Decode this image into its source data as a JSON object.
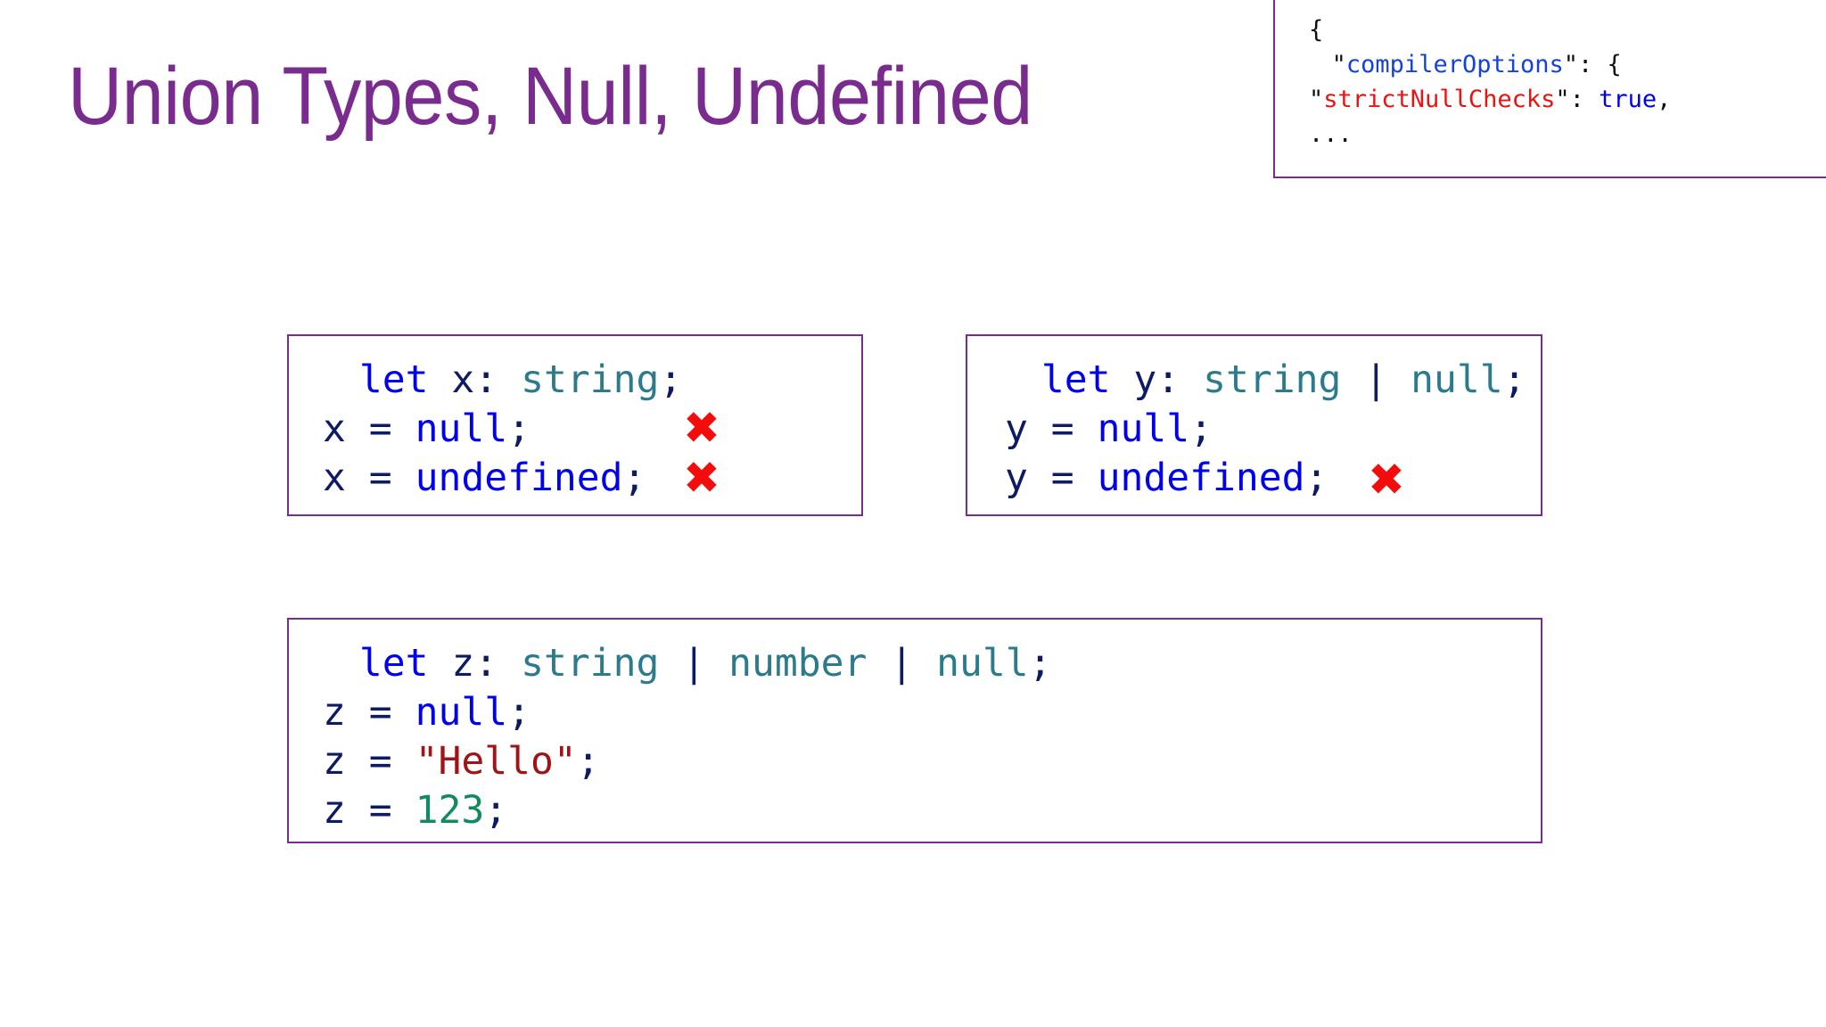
{
  "slide": {
    "title": "Union Types, Null, Undefined",
    "title_color": "#7A2C8E",
    "background_color": "#FFFFFF",
    "border_color": "#7A2C8E"
  },
  "json_config": {
    "name": "tsconfig-compiler-options",
    "lines": [
      {
        "indent": 0,
        "tokens": [
          {
            "t": "{",
            "c": "punc"
          }
        ]
      },
      {
        "indent": 1,
        "tokens": [
          {
            "t": "\"",
            "c": "punc"
          },
          {
            "t": "compilerOptions",
            "c": "key"
          },
          {
            "t": "\"",
            "c": "punc"
          },
          {
            "t": ": {",
            "c": "punc"
          }
        ]
      },
      {
        "indent": 2,
        "tokens": [
          {
            "t": "\"",
            "c": "punc"
          },
          {
            "t": "strictNullChecks",
            "c": "keyred"
          },
          {
            "t": "\"",
            "c": "punc"
          },
          {
            "t": ": ",
            "c": "punc"
          },
          {
            "t": "true",
            "c": "kw"
          },
          {
            "t": ",",
            "c": "punc"
          }
        ]
      },
      {
        "indent": 2,
        "tokens": [
          {
            "t": "...",
            "c": "punc"
          }
        ]
      }
    ]
  },
  "code_boxes": [
    {
      "name": "box-let-x",
      "lines": [
        {
          "indent": 1,
          "tokens": [
            {
              "t": "let",
              "c": "kw"
            },
            {
              "t": " x",
              "c": "id"
            },
            {
              "t": ": ",
              "c": "id"
            },
            {
              "t": "string",
              "c": "type"
            },
            {
              "t": ";",
              "c": "id"
            }
          ]
        },
        {
          "indent": 0,
          "tokens": [
            {
              "t": "x = ",
              "c": "id"
            },
            {
              "t": "null",
              "c": "kw"
            },
            {
              "t": ";",
              "c": "id"
            }
          ]
        },
        {
          "indent": 0,
          "tokens": [
            {
              "t": "x = ",
              "c": "id"
            },
            {
              "t": "undefined",
              "c": "kw"
            },
            {
              "t": ";",
              "c": "id"
            }
          ]
        }
      ],
      "errors": [
        {
          "name": "error-mark-x-null",
          "glyph": "✖",
          "line": 2
        },
        {
          "name": "error-mark-x-undefined",
          "glyph": "✖",
          "line": 3
        }
      ]
    },
    {
      "name": "box-let-y",
      "lines": [
        {
          "indent": 1,
          "tokens": [
            {
              "t": "let",
              "c": "kw"
            },
            {
              "t": " y",
              "c": "id"
            },
            {
              "t": ": ",
              "c": "id"
            },
            {
              "t": "string",
              "c": "type"
            },
            {
              "t": " ",
              "c": "id"
            },
            {
              "t": "|",
              "c": "pipe"
            },
            {
              "t": " ",
              "c": "id"
            },
            {
              "t": "null",
              "c": "type"
            },
            {
              "t": ";",
              "c": "id"
            }
          ]
        },
        {
          "indent": 0,
          "tokens": [
            {
              "t": "y = ",
              "c": "id"
            },
            {
              "t": "null",
              "c": "kw"
            },
            {
              "t": ";",
              "c": "id"
            }
          ]
        },
        {
          "indent": 0,
          "tokens": [
            {
              "t": "y = ",
              "c": "id"
            },
            {
              "t": "undefined",
              "c": "kw"
            },
            {
              "t": ";",
              "c": "id"
            }
          ]
        }
      ],
      "errors": [
        {
          "name": "error-mark-y-undefined",
          "glyph": "✖",
          "line": 3
        }
      ]
    },
    {
      "name": "box-let-z",
      "lines": [
        {
          "indent": 1,
          "tokens": [
            {
              "t": "let",
              "c": "kw"
            },
            {
              "t": " z",
              "c": "id"
            },
            {
              "t": ": ",
              "c": "id"
            },
            {
              "t": "string",
              "c": "type"
            },
            {
              "t": " ",
              "c": "id"
            },
            {
              "t": "|",
              "c": "pipe"
            },
            {
              "t": " ",
              "c": "id"
            },
            {
              "t": "number",
              "c": "type"
            },
            {
              "t": " ",
              "c": "id"
            },
            {
              "t": "|",
              "c": "pipe"
            },
            {
              "t": " ",
              "c": "id"
            },
            {
              "t": "null",
              "c": "type"
            },
            {
              "t": ";",
              "c": "id"
            }
          ]
        },
        {
          "indent": 0,
          "tokens": [
            {
              "t": "z = ",
              "c": "id"
            },
            {
              "t": "null",
              "c": "kw"
            },
            {
              "t": ";",
              "c": "id"
            }
          ]
        },
        {
          "indent": 0,
          "tokens": [
            {
              "t": "z = ",
              "c": "id"
            },
            {
              "t": "\"Hello\"",
              "c": "str"
            },
            {
              "t": ";",
              "c": "id"
            }
          ]
        },
        {
          "indent": 0,
          "tokens": [
            {
              "t": "z = ",
              "c": "id"
            },
            {
              "t": "123",
              "c": "num"
            },
            {
              "t": ";",
              "c": "id"
            }
          ]
        }
      ],
      "errors": []
    }
  ],
  "error_marker": {
    "glyph": "✖",
    "color": "#F40C0C",
    "meaning": "type-error"
  },
  "token_colors": {
    "keyword": "#0000F0",
    "identifier": "#0D1A64",
    "type": "#2B7B8C",
    "string_literal": "#A01418",
    "number_literal": "#138A5E",
    "json_key": "#1442DC",
    "json_key_highlight": "#EE1111",
    "punctuation": "#101010"
  }
}
